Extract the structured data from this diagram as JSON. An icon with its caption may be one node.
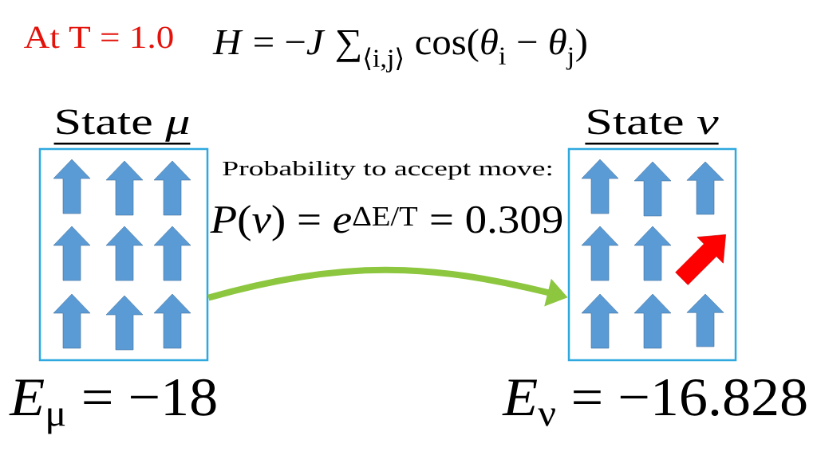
{
  "diagram": {
    "nodes": [
      {
        "text": [
          "State *μ*"
        ],
        "beside": [
          "*E*$_{μ}$ = −18"
        ]
      },
      {
        "text": [
          "State *ν*"
        ],
        "beside": [
          "*E*$_{ν}$ = −16.828"
        ]
      }
    ],
    "edges": [
      {
        "from": 0,
        "to": 1,
        "arrow": "to",
        "color": "#8dc63f"
      }
    ],
    "labels": [
      "At T = 1.0",
      "*H* = −*J* ∑$_{⟨i,j⟩}$ cos(*θ*$_{i}$ − *θ*$_{j}$)",
      "Probability to accept move:",
      "*P*(*ν*) = *e*$^{ΔE/T}$ = 0.309"
    ]
  }
}
